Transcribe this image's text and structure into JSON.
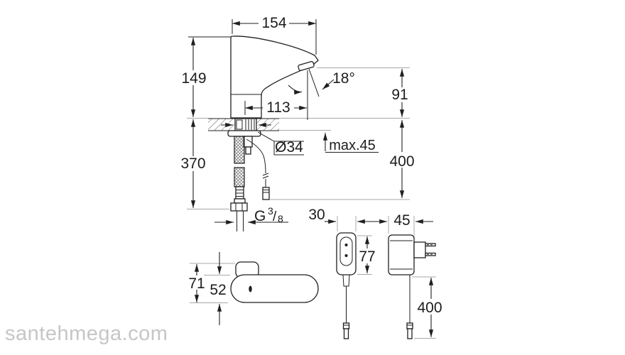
{
  "watermark": {
    "text": "santehmega.com"
  },
  "colors": {
    "line": "#1f1f1f",
    "reference_line": "#a8a8a8",
    "watermark": "#c6c6c6",
    "background": "#ffffff"
  },
  "drawing": {
    "main_view": {
      "labels": {
        "spout_reach": "154",
        "body_height": "149",
        "spray_angle": "18°",
        "outlet_height": "91",
        "outlet_projection": "113",
        "below_deck_length": "370",
        "hole_diameter": "Ø34",
        "max_deck_thickness": "max.45",
        "cable_length": "400",
        "thread_prefix": "G",
        "thread_numerator": "3",
        "thread_slash": "/",
        "thread_denominator": "8"
      }
    },
    "top_view": {
      "labels": {
        "overall_width": "71",
        "body_width": "52"
      }
    },
    "power_supply": {
      "labels": {
        "width": "30",
        "height": "77",
        "depth": "45",
        "cable_length": "400"
      }
    }
  }
}
